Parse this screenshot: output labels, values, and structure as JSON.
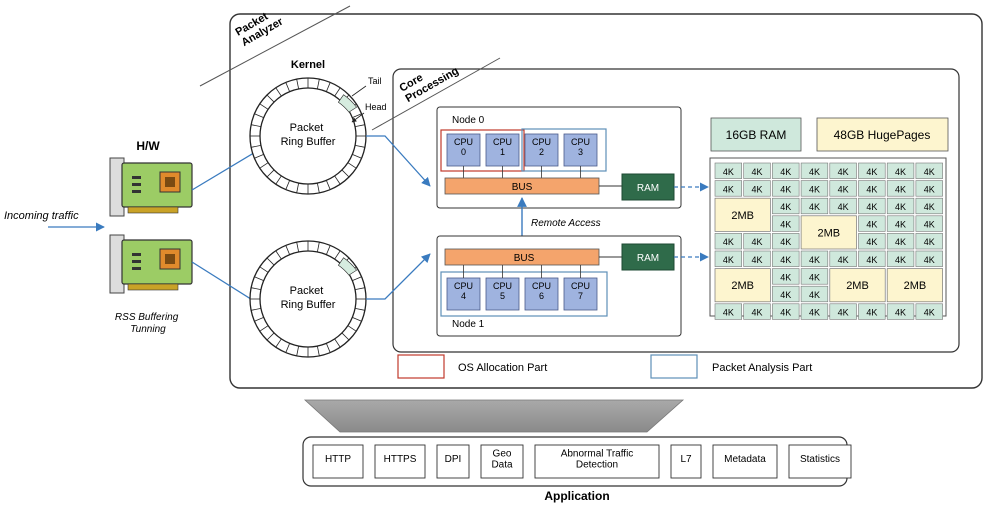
{
  "packet_analyzer_label": [
    "Packet",
    "Analyzer"
  ],
  "hw": {
    "label": "H/W",
    "incoming_label": "Incoming traffic",
    "rss_label": [
      "RSS Buffering",
      "Tunning"
    ]
  },
  "kernel": {
    "label": "Kernel",
    "ring_buffer_top": [
      "Packet",
      "Ring Buffer"
    ],
    "ring_buffer_bottom": [
      "Packet",
      "Ring Buffer"
    ],
    "tail_label": "Tail",
    "head_label": "Head"
  },
  "core_processing_label": [
    "Core",
    "Processing"
  ],
  "node0": {
    "label": "Node 0",
    "cpus": [
      [
        "CPU",
        "0"
      ],
      [
        "CPU",
        "1"
      ],
      [
        "CPU",
        "2"
      ],
      [
        "CPU",
        "3"
      ]
    ],
    "bus_label": "BUS",
    "ram_label": "RAM"
  },
  "node1": {
    "label": "Node 1",
    "cpus": [
      [
        "CPU",
        "4"
      ],
      [
        "CPU",
        "5"
      ],
      [
        "CPU",
        "6"
      ],
      [
        "CPU",
        "7"
      ]
    ],
    "bus_label": "BUS",
    "ram_label": "RAM"
  },
  "remote_access_label": "Remote Access",
  "memory": {
    "ram_label": "16GB RAM",
    "hugepages_label": "48GB HugePages",
    "page_4k_label": "4K",
    "page_2mb_label": "2MB"
  },
  "legend": {
    "os_allocation": "OS Allocation Part",
    "packet_analysis": "Packet Analysis Part"
  },
  "application": {
    "label": "Application",
    "items": [
      [
        "HTTP"
      ],
      [
        "HTTPS"
      ],
      [
        "DPI"
      ],
      [
        "Geo",
        "Data"
      ],
      [
        "Abnormal Traffic",
        "Detection"
      ],
      [
        "L7"
      ],
      [
        "Metadata"
      ],
      [
        "Statistics"
      ]
    ]
  },
  "colors": {
    "cpu_fill": "#9fb3df",
    "bus_fill": "#f4a46c",
    "ram_fill": "#2f6b4a",
    "page_4k_fill": "#cfe8dc",
    "page_2mb_fill": "#fdf5cf",
    "ram_header_fill": "#cfe8dc",
    "hugepages_fill": "#fdf5cf",
    "os_allocation_border": "#c0392b",
    "packet_analysis_border": "#5d8fb8",
    "arrow_blue": "#3a7bbf",
    "nic_green": "#9ccc65"
  }
}
